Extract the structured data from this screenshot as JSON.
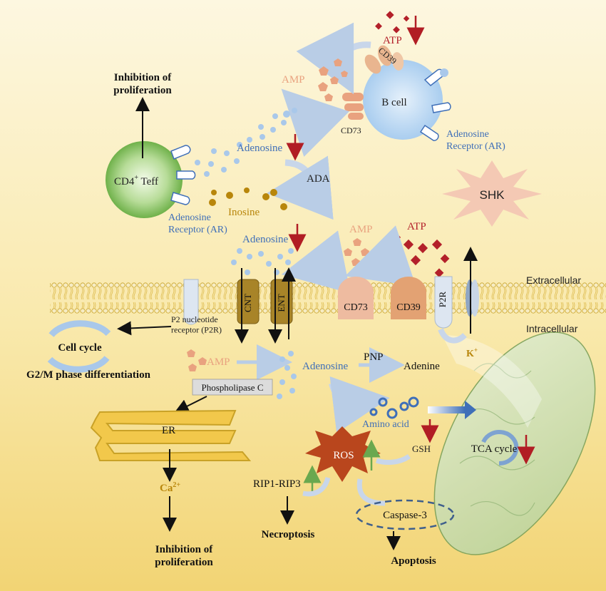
{
  "colors": {
    "background_top": "#fdf6dc",
    "background_bottom": "#f3d77a",
    "adenosine_blue": "#a9c8ea",
    "atp_red": "#b3202a",
    "amp_salmon": "#e9a27f",
    "inosine_gold": "#b8860b",
    "label_blue": "#3f6fb8",
    "membrane_gold": "#c9a227",
    "down_arrow_red": "#b11d24",
    "up_arrow_green": "#6aa84f"
  },
  "labels": {
    "atp_top": "ATP",
    "cd39_top": "CD39",
    "amp_top": "AMP",
    "b_cell": "B cell",
    "cd73_top": "CD73",
    "adenosine_receptor_right": "Adenosine\nReceptor (AR)",
    "inhibition_top": "Inhibition of\nproliferation",
    "cd4_teff": "CD4",
    "cd4_teff_sup": "+",
    "cd4_teff_suffix": " Teff",
    "adenosine_mid": "Adenosine",
    "ada": "ADA",
    "inosine": "Inosine",
    "adenosine_receptor_left": "Adenosine\nReceptor (AR)",
    "shk": "SHK",
    "adenosine_low": "Adenosine",
    "amp_mid": "AMP",
    "atp_mid": "ATP",
    "cnt": "CNT",
    "ent": "ENT",
    "cd73_membrane": "CD73",
    "cd39_membrane": "CD39",
    "p2r": "P2R",
    "extracellular": "Extracellular",
    "intracellular": "Intracellular",
    "p2_receptor": "P2 nucleotide\nreceptor (P2R)",
    "cell_cycle": "Cell cycle",
    "g2m": "G2/M phase differentiation",
    "k_plus": "K",
    "k_plus_sup": "+",
    "amp_intra": "AMP",
    "adenosine_intra": "Adenosine",
    "pnp": "PNP",
    "adenine": "Adenine",
    "phospholipase": "Phospholipase C",
    "er": "ER",
    "ca": "Ca",
    "ca_sup": "2+",
    "inhibition_bottom": "Inhibition of\nproliferation",
    "amino_acid": "Amino acid",
    "gsh": "GSH",
    "tca": "TCA cycle",
    "ros": "ROS",
    "rip": "RIP1-RIP3",
    "caspase": "Caspase-3",
    "necroptosis": "Necroptosis",
    "apoptosis": "Apoptosis"
  }
}
